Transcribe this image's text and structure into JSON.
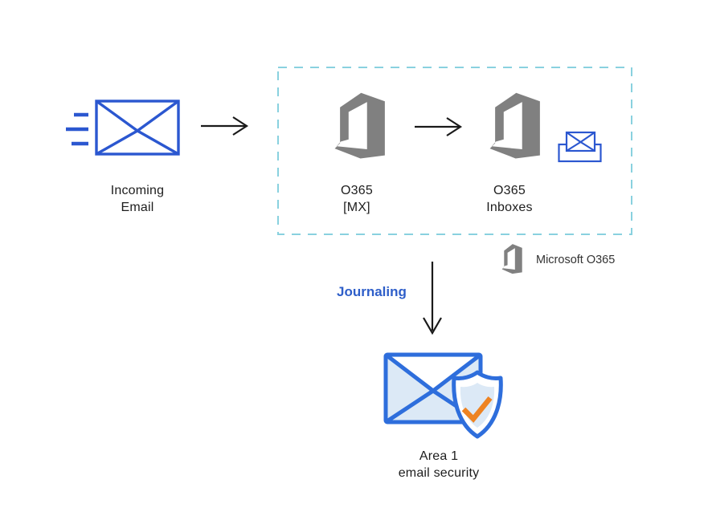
{
  "palette": {
    "background": "#ffffff",
    "envelope_blue": "#2b57d0",
    "area1_blue": "#2e6edc",
    "area1_fill": "#dce9f6",
    "check_orange": "#ee8322",
    "office_gray": "#808080",
    "dashed_border": "#89d1df",
    "arrow_black": "#1a1a1a",
    "label_text": "#1d1d1d",
    "journaling_blue": "#2e5ec9",
    "legend_text": "#333333"
  },
  "nodes": {
    "incoming": {
      "label": "Incoming\nEmail"
    },
    "o365_mx": {
      "label": "O365\n[MX]"
    },
    "o365_inboxes": {
      "label": "O365\nInboxes"
    },
    "area1": {
      "label": "Area 1\nemail security"
    }
  },
  "annotations": {
    "journaling": "Journaling",
    "legend": "Microsoft O365"
  },
  "icons": {
    "incoming_email": "envelope-outline-with-motion-dashes",
    "o365": "microsoft-office-logo",
    "inbox": "envelope-in-tray",
    "flow_arrow": "thin-black-open-arrow",
    "area1": "envelope-with-shield-checkmark"
  }
}
